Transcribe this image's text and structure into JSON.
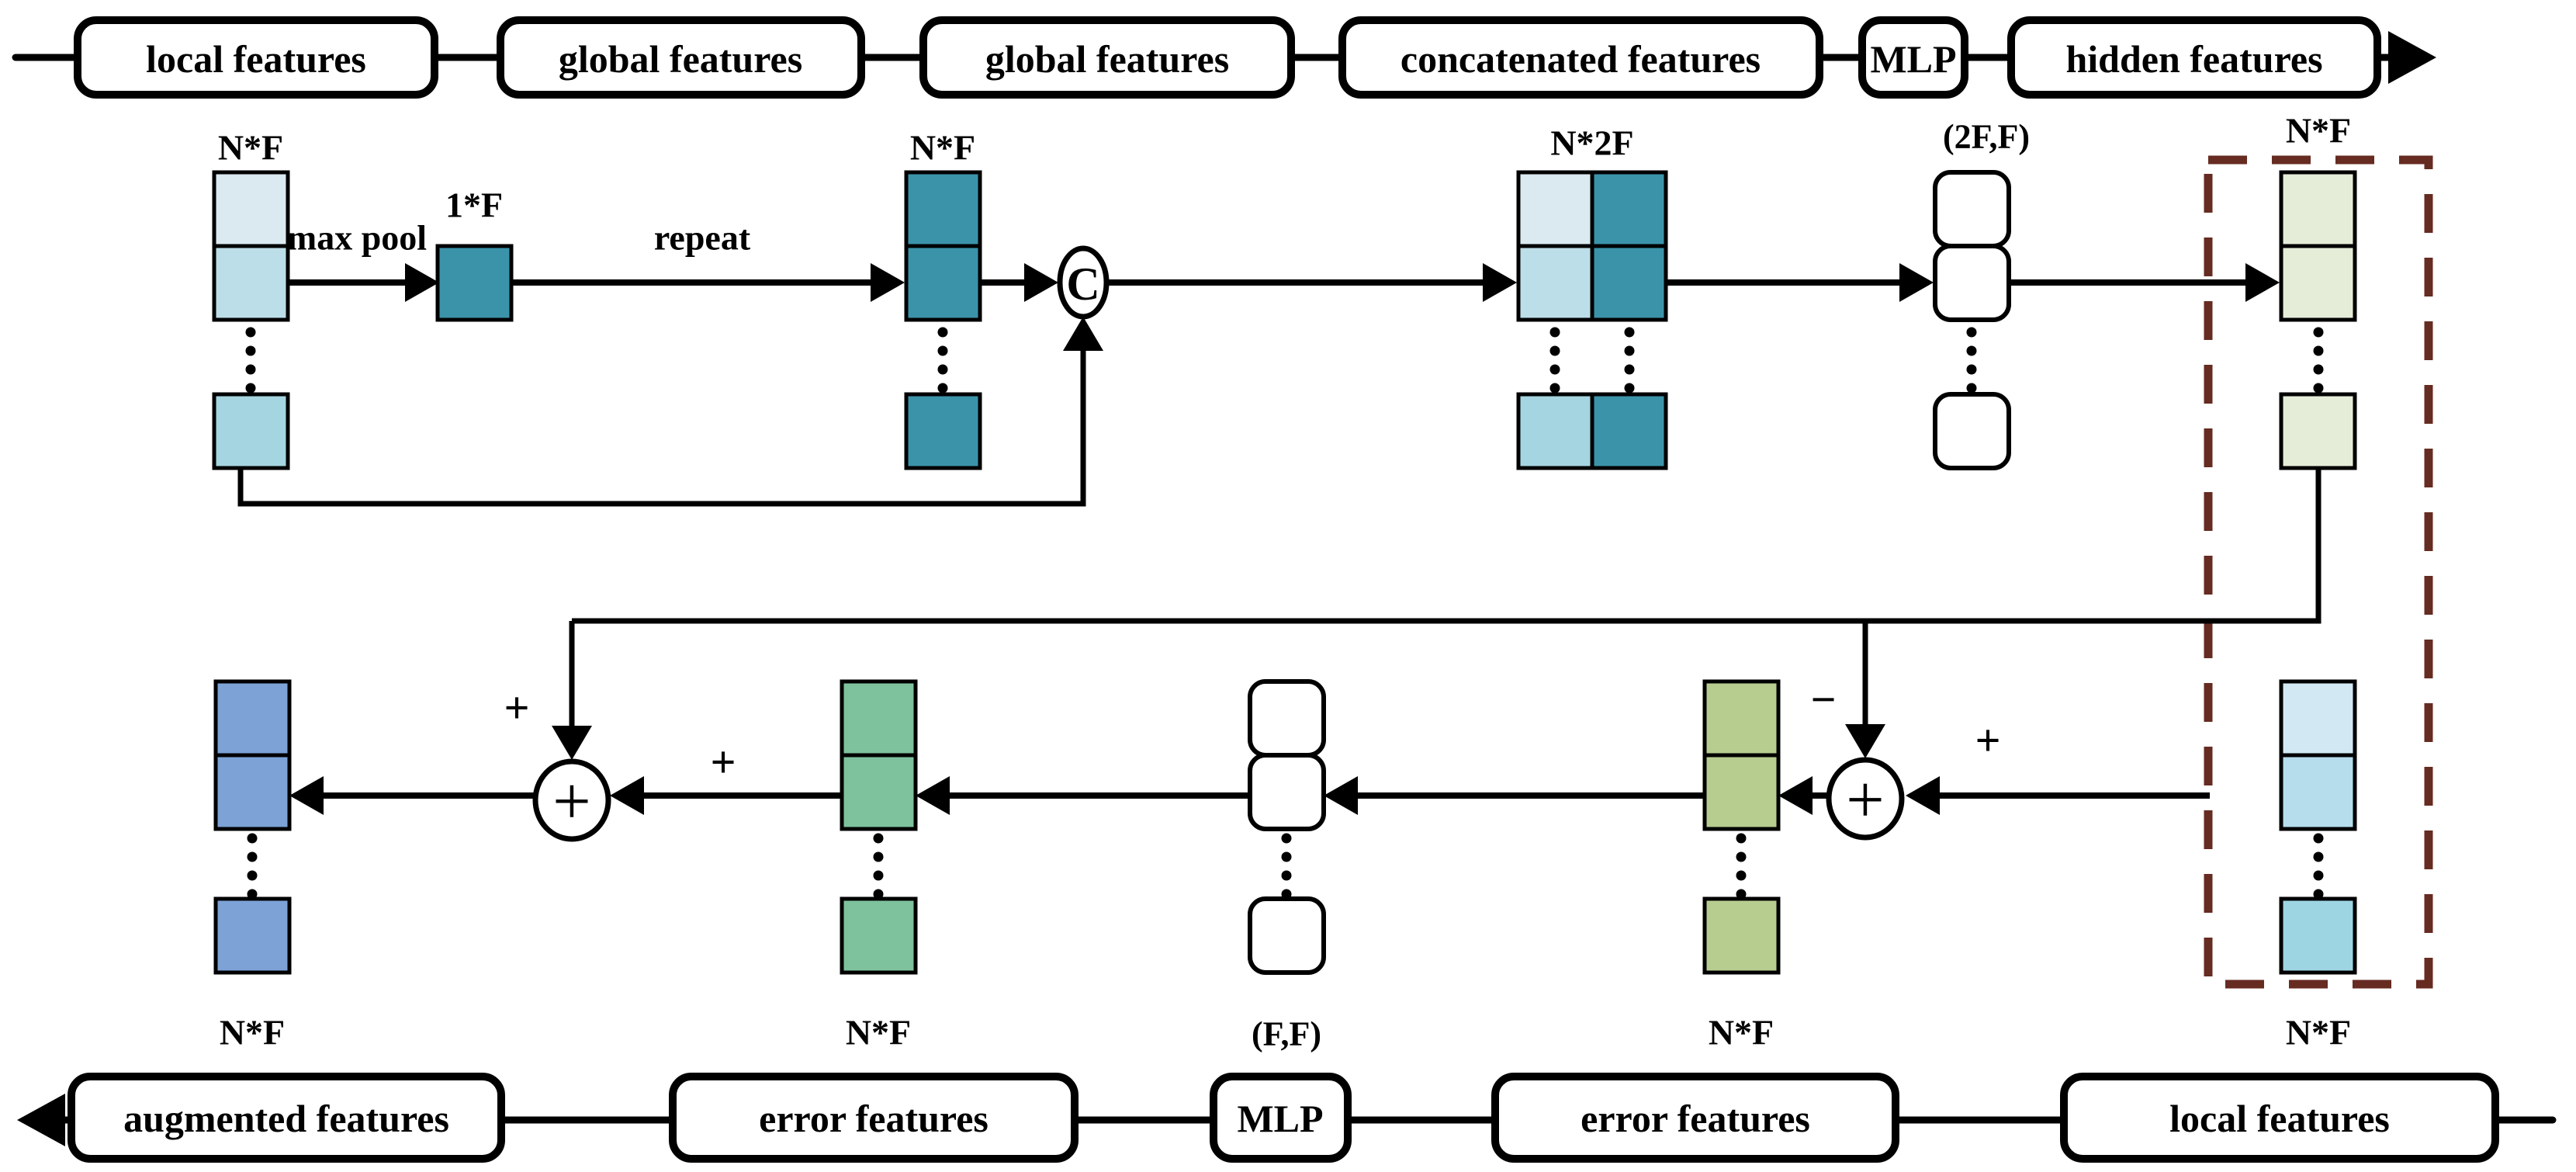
{
  "palette": {
    "teal": "#3B93AA",
    "local_1": "#DBEAF0",
    "local_2": "#BCDEE8",
    "local_3": "#A5D5E0",
    "hidden_green": "#E5EDD9",
    "local_b1": "#D2E9F3",
    "local_b2": "#B6DDEC",
    "local_b3": "#9ED5E3",
    "olive": "#B7CD90",
    "green": "#7EC29D",
    "blue": "#7CA2D6",
    "maroon": "#662B21"
  },
  "top_pipeline": {
    "boxes": [
      "local features",
      "global features",
      "global features",
      "concatenated features",
      "MLP",
      "hidden features"
    ]
  },
  "bottom_pipeline": {
    "boxes": [
      "augmented features",
      "error features",
      "MLP",
      "error features",
      "local features"
    ]
  },
  "tensor_labels": {
    "local_top": "N*F",
    "pooled": "1*F",
    "global_repeated": "N*F",
    "concatenated": "N*2F",
    "mlp_top": "(2F,F)",
    "hidden": "N*F",
    "local_bottom": "N*F",
    "error_right": "N*F",
    "mlp_bottom": "(F,F)",
    "error_left": "N*F",
    "augmented": "N*F"
  },
  "edge_labels": {
    "max_pool": "max pool",
    "repeat": "repeat",
    "concat": "C",
    "sum_right": "+",
    "sum_left": "+",
    "minus_hidden": "−",
    "plus_local": "+",
    "plus_hidden": "+",
    "plus_error": "+"
  }
}
